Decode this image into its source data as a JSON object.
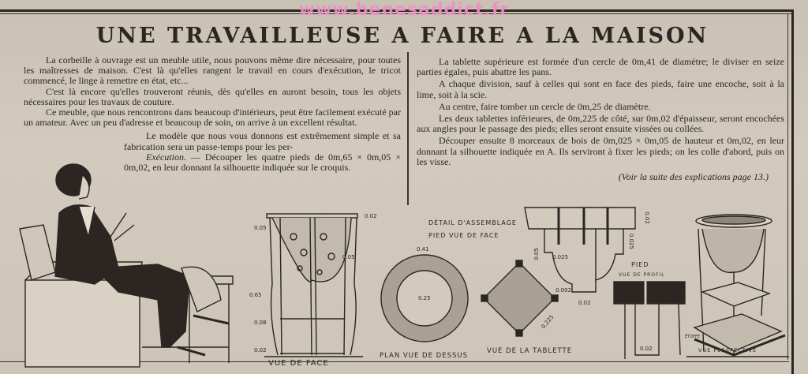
{
  "watermark": "www.benesaddict.fr",
  "title": "UNE TRAVAILLEUSE A FAIRE A LA MAISON",
  "left_column": {
    "paragraphs": [
      "La corbeille à ouvrage est un meuble utile, nous pouvons même dire nécessaire, pour toutes les maîtresses de maison. C'est là qu'elles rangent le travail en cours d'exécution, le tricot commencé, le linge à remettre en état, etc...",
      "C'est là encore qu'elles trouveront réunis, dès qu'elles en auront besoin, tous les objets nécessaires pour les travaux de couture.",
      "Ce meuble, que nous rencontrons dans beaucoup d'intérieurs, peut être facilement exécuté par un amateur. Avec un peu d'adresse et beaucoup de soin, on arrive à un excellent résultat."
    ],
    "indented_paragraph": "Le modèle que nous vous donnons est extrêmement simple et sa fabrication sera un passe-temps pour les per-",
    "execution_label": "Exécution.",
    "execution_text": " — Découper les quatre pieds de 0m,65 × 0m,05 × 0m,02, en leur donnant la silhouette indiquée sur le croquis."
  },
  "right_column": {
    "paragraphs": [
      "La tablette supérieure est formée d'un cercle de 0m,41 de diamètre; le diviser en seize parties égales, puis abattre les pans.",
      "A chaque division, sauf à celles qui sont en face des pieds, faire une encoche, soit à la lime, soit à la scie.",
      "Au centre, faire tomber un cercle de 0m,25 de diamètre.",
      "Les deux tablettes inférieures, de 0m,225 de côté, sur 0m,02 d'épaisseur, seront encochées aux angles pour le passage des pieds; elles seront ensuite vissées ou collées.",
      "Découper ensuite 8 morceaux de bois de 0m,025 × 0m,05 de hauteur et 0m,02, en leur donnant la silhouette indiquée en A. Ils serviront à fixer les pieds; on les colle d'abord, puis on les visse."
    ],
    "continuation": "(Voir la suite des explications page 13.)"
  },
  "diagrams": {
    "front_view": "VUE DE FACE",
    "front_dims": [
      "0.02",
      "0.05",
      "0.05",
      "0.65",
      "0.08",
      "0.02"
    ],
    "assembly_title_1": "DÉTAIL D'ASSEMBLAGE",
    "assembly_title_2": "PIED VUE DE FACE",
    "plan_view": "PLAN VUE DE DESSUS",
    "plan_outer": "0.41",
    "plan_inner": "0.25",
    "shelf_view": "VUE DE LA TABLETTE",
    "shelf_dim": "0.225",
    "assembly_dims": [
      "0.05",
      "0.025",
      "0.025",
      "0.02",
      "0.002",
      "0.02"
    ],
    "foot_title": "PIED",
    "foot_subtitle": "VUE DE PROFIL",
    "foot_dim": "0.02",
    "fabric_label": "ÉTOFFE",
    "perspective_view": "VUE PERSPECTIVE"
  }
}
